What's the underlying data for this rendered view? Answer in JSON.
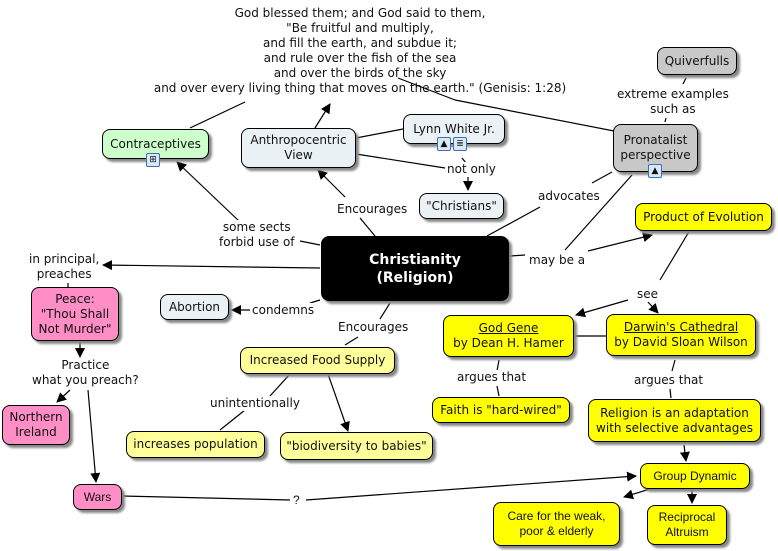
{
  "quote": {
    "lines": [
      "God blessed them; and God said to them,",
      "\"Be fruitful and multiply,",
      "and fill the earth, and subdue it;",
      "and rule over the fish of the sea",
      "and over the birds of the sky",
      "and over every living thing that moves on the earth.\" (Genisis: 1:28)"
    ]
  },
  "nodes": {
    "contraceptives": {
      "lines": [
        "Contraceptives"
      ],
      "icon": "concept-map-icon"
    },
    "anthropocentric": {
      "lines": [
        "Anthropocentric",
        "View"
      ]
    },
    "lynn_white": {
      "lines": [
        "Lynn White Jr."
      ],
      "icons": [
        "image-icon",
        "document-icon"
      ]
    },
    "christians": {
      "lines": [
        "\"Christians\""
      ]
    },
    "quiverfulls": {
      "lines": [
        "Quiverfulls"
      ]
    },
    "pronatalist": {
      "lines": [
        "Pronatalist",
        "perspective"
      ],
      "icon": "image-icon"
    },
    "product_evolution": {
      "lines": [
        "Product of Evolution"
      ]
    },
    "christianity": {
      "lines": [
        "Christianity",
        "(Religion)"
      ]
    },
    "abortion": {
      "lines": [
        "Abortion"
      ]
    },
    "peace": {
      "lines": [
        "Peace:",
        "\"Thou Shall",
        "Not Murder\""
      ]
    },
    "northern_ireland": {
      "lines": [
        "Northern",
        "Ireland"
      ]
    },
    "wars": {
      "lines": [
        "Wars"
      ]
    },
    "god_gene": {
      "lines": [
        "God Gene",
        "by Dean H. Hamer"
      ]
    },
    "darwins_cathedral": {
      "lines": [
        "Darwin's Cathedral",
        "by David Sloan Wilson"
      ]
    },
    "faith_hardwired": {
      "lines": [
        "Faith is \"hard-wired\""
      ]
    },
    "religion_adaptation": {
      "lines": [
        "Religion is an adaptation",
        "with selective advantages"
      ]
    },
    "increased_food": {
      "lines": [
        "Increased Food Supply"
      ]
    },
    "increases_population": {
      "lines": [
        "increases population"
      ]
    },
    "biodiversity": {
      "lines": [
        "\"biodiversity to babies\""
      ]
    },
    "group_dynamic": {
      "lines": [
        "Group Dynamic"
      ]
    },
    "care_weak": {
      "lines": [
        "Care for the weak,",
        "poor & elderly"
      ]
    },
    "reciprocal": {
      "lines": [
        "Reciprocal",
        "Altruism"
      ]
    }
  },
  "links": {
    "extreme_examples": [
      "extreme examples",
      "such as"
    ],
    "not_only": [
      "not only"
    ],
    "advocates": [
      "advocates"
    ],
    "encourages_top": [
      "Encourages"
    ],
    "some_sects": [
      "some sects",
      "forbid use of"
    ],
    "in_principal": [
      "in principal,",
      "preaches"
    ],
    "condemns": [
      "condemns"
    ],
    "encourages_bottom": [
      "Encourages"
    ],
    "may_be_a": [
      "may be a"
    ],
    "see": [
      "see"
    ],
    "argues_that_left": [
      "argues that"
    ],
    "argues_that_right": [
      "argues that"
    ],
    "practice": [
      "Practice",
      "what you preach?"
    ],
    "unintentionally": [
      "unintentionally"
    ],
    "question": [
      "?"
    ]
  },
  "colors": {
    "green": "#ccffcc",
    "ice": "#eaf2f5",
    "gray": "#c8c8c8",
    "black": "#000000",
    "yellow": "#ffff00",
    "light_yellow": "#ffff99",
    "pink": "#ff8ec6"
  }
}
